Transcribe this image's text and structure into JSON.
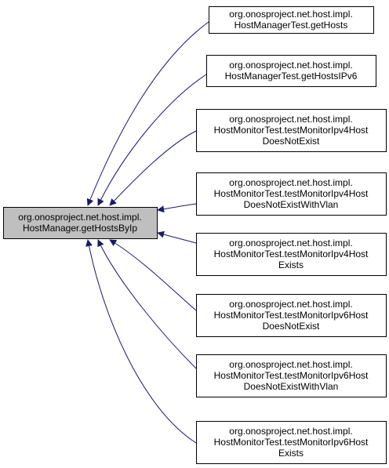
{
  "graph": {
    "root": {
      "lines": [
        "org.onosproject.net.host.impl.",
        "HostManager.getHostsByIp"
      ],
      "fill": "#bfbfbf"
    },
    "callers": [
      {
        "lines": [
          "org.onosproject.net.host.impl.",
          "HostManagerTest.getHosts"
        ]
      },
      {
        "lines": [
          "org.onosproject.net.host.impl.",
          "HostManagerTest.getHostsIPv6"
        ]
      },
      {
        "lines": [
          "org.onosproject.net.host.impl.",
          "HostMonitorTest.testMonitorIpv4Host",
          "DoesNotExist"
        ]
      },
      {
        "lines": [
          "org.onosproject.net.host.impl.",
          "HostMonitorTest.testMonitorIpv4Host",
          "DoesNotExistWithVlan"
        ]
      },
      {
        "lines": [
          "org.onosproject.net.host.impl.",
          "HostMonitorTest.testMonitorIpv4Host",
          "Exists"
        ]
      },
      {
        "lines": [
          "org.onosproject.net.host.impl.",
          "HostMonitorTest.testMonitorIpv6Host",
          "DoesNotExist"
        ]
      },
      {
        "lines": [
          "org.onosproject.net.host.impl.",
          "HostMonitorTest.testMonitorIpv6Host",
          "DoesNotExistWithVlan"
        ]
      },
      {
        "lines": [
          "org.onosproject.net.host.impl.",
          "HostMonitorTest.testMonitorIpv6Host",
          "Exists"
        ]
      }
    ],
    "edge_color": "#191970",
    "node_fill": "#ffffff",
    "border_color": "#000000"
  }
}
